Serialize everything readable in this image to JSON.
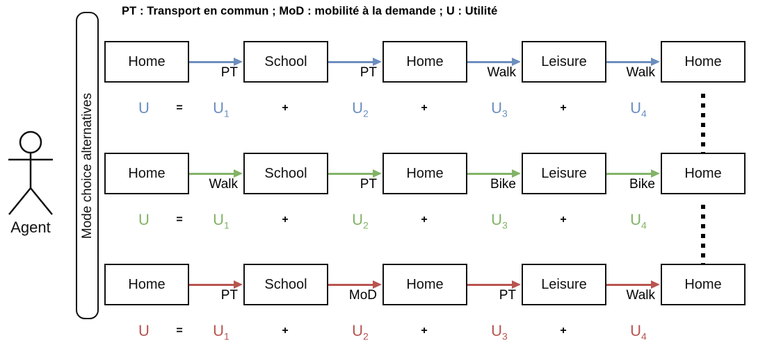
{
  "legend_title": "PT : Transport en commun ; MoD : mobilité à la demande ; U : Utilité",
  "agent_label": "Agent",
  "bracket_label": "Mode choice alternatives",
  "colors": {
    "alternative1": "#6c8ebf",
    "alternative2": "#82b366",
    "alternative3": "#b85450",
    "box_border": "#111111",
    "box_fill": "#ffffff",
    "operator": "#000000"
  },
  "rows": [
    {
      "color": "#6c8ebf",
      "activities": [
        "Home",
        "School",
        "Home",
        "Leisure",
        "Home"
      ],
      "modes": [
        "PT",
        "PT",
        "Walk",
        "Walk"
      ],
      "eq": {
        "u": "U",
        "equals": "=",
        "plus": "+",
        "subs": [
          "1",
          "2",
          "3",
          "4"
        ]
      }
    },
    {
      "color": "#82b366",
      "activities": [
        "Home",
        "School",
        "Home",
        "Leisure",
        "Home"
      ],
      "modes": [
        "Walk",
        "PT",
        "Bike",
        "Bike"
      ],
      "eq": {
        "u": "U",
        "equals": "=",
        "plus": "+",
        "subs": [
          "1",
          "2",
          "3",
          "4"
        ]
      }
    },
    {
      "color": "#b85450",
      "activities": [
        "Home",
        "School",
        "Home",
        "Leisure",
        "Home"
      ],
      "modes": [
        "PT",
        "MoD",
        "PT",
        "Walk"
      ],
      "eq": {
        "u": "U",
        "equals": "=",
        "plus": "+",
        "subs": [
          "1",
          "2",
          "3",
          "4"
        ]
      }
    }
  ]
}
